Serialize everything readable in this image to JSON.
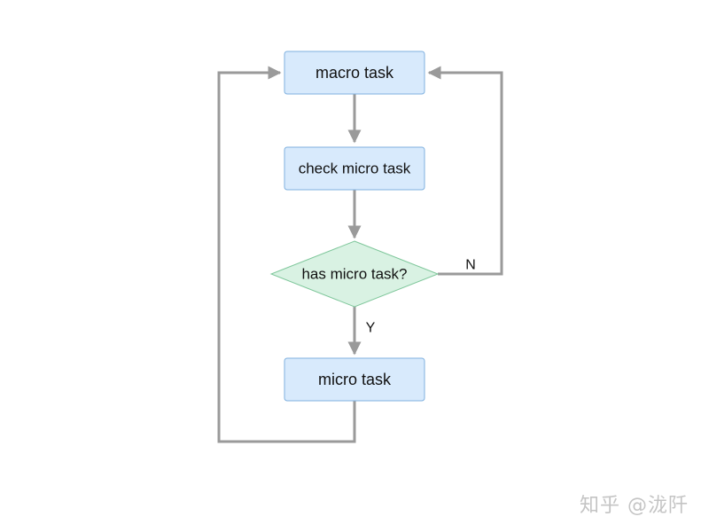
{
  "diagram": {
    "nodes": {
      "macro_task": "macro task",
      "check_micro_task": "check micro task",
      "has_micro_task": "has micro task?",
      "micro_task": "micro task"
    },
    "edges": {
      "no_label": "N",
      "yes_label": "Y"
    }
  },
  "watermark": "知乎 @泷阡"
}
